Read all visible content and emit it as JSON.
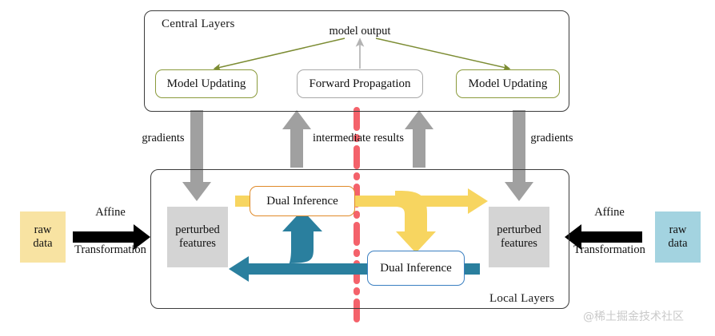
{
  "figure": {
    "title_central": "Central Layers",
    "title_local": "Local Layers",
    "watermark": "@稀土掘金技术社区"
  },
  "central": {
    "model_output_label": "model output",
    "nodes": [
      {
        "label": "Model Updating",
        "style": "olive"
      },
      {
        "label": "Forward Propagation",
        "style": "gray"
      },
      {
        "label": "Model Updating",
        "style": "olive"
      }
    ]
  },
  "channels": {
    "gradients_left": "gradients",
    "gradients_right": "gradients",
    "intermediate": "intermediate results"
  },
  "local": {
    "perturbed_left": "perturbed\nfeatures",
    "perturbed_left_line1": "perturbed",
    "perturbed_left_line2": "features",
    "perturbed_right_line1": "perturbed",
    "perturbed_right_line2": "features",
    "dual_inference_top": "Dual Inference",
    "dual_inference_bottom": "Dual Inference"
  },
  "io": {
    "raw_left_line1": "raw",
    "raw_left_line2": "data",
    "raw_right_line1": "raw",
    "raw_right_line2": "data",
    "affine_left_line1": "Affine",
    "affine_left_line2": "Transformation",
    "affine_right_line1": "Affine",
    "affine_right_line2": "Transformation"
  },
  "colors": {
    "olive": "#8a9a3b",
    "orange": "#e08a29",
    "blue": "#3a7fc1",
    "gray_arrow": "#a0a0a0",
    "yellow_arrow": "#f7d560",
    "teal_arrow": "#2a7f9e",
    "red_dash": "#f4626b",
    "raw_left_fill": "#f8e3a2",
    "raw_right_fill": "#a3d3e0",
    "perturbed_fill": "#d4d4d4",
    "black_arrow": "#000000"
  }
}
